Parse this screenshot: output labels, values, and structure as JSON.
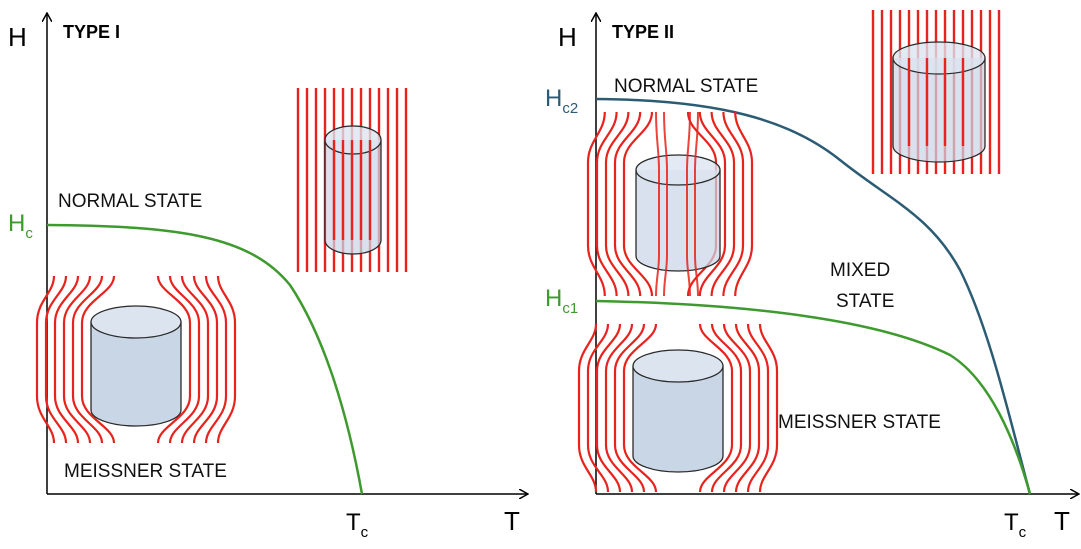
{
  "left_panel": {
    "title": "TYPE I",
    "y_axis": "H",
    "x_axis": "T",
    "hc": {
      "main": "H",
      "sub": "c"
    },
    "tc": {
      "main": "T",
      "sub": "c"
    },
    "normal_label": "NORMAL STATE",
    "meissner_label": "MEISSNER STATE"
  },
  "right_panel": {
    "title": "TYPE II",
    "y_axis": "H",
    "x_axis": "T",
    "hc2": {
      "main": "H",
      "sub": "c2"
    },
    "hc1": {
      "main": "H",
      "sub": "c1"
    },
    "tc": {
      "main": "T",
      "sub": "c"
    },
    "normal_label": "NORMAL STATE",
    "mixed_label_line1": "MIXED",
    "mixed_label_line2": "STATE",
    "meissner_label": "MEISSNER STATE"
  },
  "colors": {
    "hc_curve": "#3e9a2e",
    "hc2_curve": "#2b5c73",
    "field_lines": "#e8221c",
    "sample_fill": "#c9d6e6",
    "sample_stroke": "#2a2a2a",
    "axis": "#000000"
  }
}
